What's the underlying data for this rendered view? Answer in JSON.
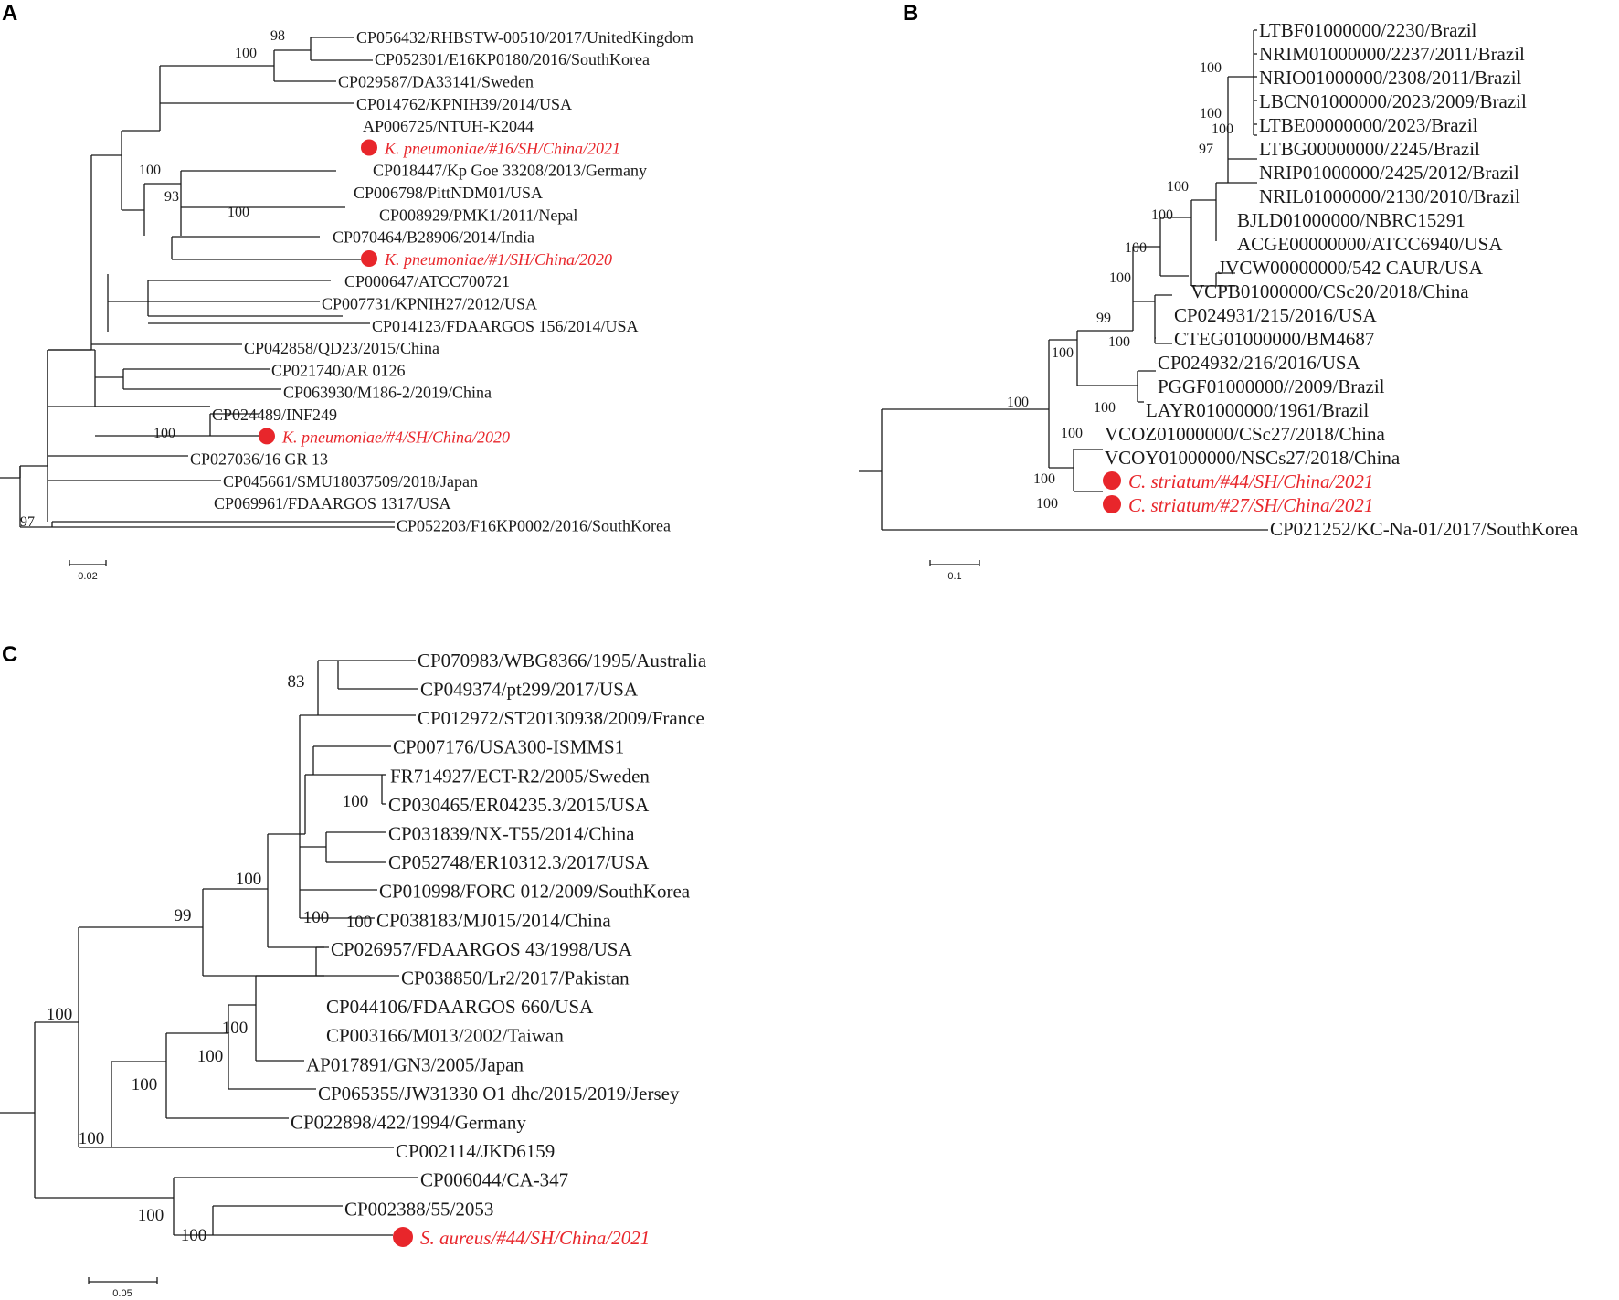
{
  "highlight_color": "#e8262b",
  "panels": [
    {
      "letter": "A",
      "scale_label": "0.02",
      "leaves": [
        {
          "label": "CP056432/RHBSTW-00510/2017/UnitedKingdom"
        },
        {
          "label": "CP052301/E16KP0180/2016/SouthKorea"
        },
        {
          "label": "CP029587/DA33141/Sweden"
        },
        {
          "label": "CP014762/KPNIH39/2014/USA"
        },
        {
          "label": "AP006725/NTUH-K2044"
        },
        {
          "label": "K. pneumoniae/#16/SH/China/2021",
          "highlight": true
        },
        {
          "label": "CP018447/Kp Goe 33208/2013/Germany"
        },
        {
          "label": "CP006798/PittNDM01/USA"
        },
        {
          "label": "CP008929/PMK1/2011/Nepal"
        },
        {
          "label": "CP070464/B28906/2014/India"
        },
        {
          "label": "K. pneumoniae/#1/SH/China/2020",
          "highlight": true
        },
        {
          "label": "CP000647/ATCC700721"
        },
        {
          "label": "CP007731/KPNIH27/2012/USA"
        },
        {
          "label": "CP014123/FDAARGOS 156/2014/USA"
        },
        {
          "label": "CP042858/QD23/2015/China"
        },
        {
          "label": "CP021740/AR 0126"
        },
        {
          "label": "CP063930/M186-2/2019/China"
        },
        {
          "label": "CP024489/INF249"
        },
        {
          "label": "K. pneumoniae/#4/SH/China/2020",
          "highlight": true
        },
        {
          "label": "CP027036/16 GR 13"
        },
        {
          "label": "CP045661/SMU18037509/2018/Japan"
        },
        {
          "label": "CP069961/FDAARGOS 1317/USA"
        },
        {
          "label": "CP052203/F16KP0002/2016/SouthKorea"
        }
      ],
      "bootstraps": [
        "98",
        "100",
        "100",
        "93",
        "100",
        "100",
        "97"
      ]
    },
    {
      "letter": "B",
      "scale_label": "0.1",
      "leaves": [
        {
          "label": "LTBF01000000/2230/Brazil"
        },
        {
          "label": "NRIM01000000/2237/2011/Brazil"
        },
        {
          "label": "NRIO01000000/2308/2011/Brazil"
        },
        {
          "label": "LBCN01000000/2023/2009/Brazil"
        },
        {
          "label": "LTBE00000000/2023/Brazil"
        },
        {
          "label": "LTBG00000000/2245/Brazil"
        },
        {
          "label": "NRIP01000000/2425/2012/Brazil"
        },
        {
          "label": "NRIL01000000/2130/2010/Brazil"
        },
        {
          "label": "BJLD01000000/NBRC15291"
        },
        {
          "label": "ACGE00000000/ATCC6940/USA"
        },
        {
          "label": "JVCW00000000/542 CAUR/USA"
        },
        {
          "label": "VCPB01000000/CSc20/2018/China"
        },
        {
          "label": "CP024931/215/2016/USA"
        },
        {
          "label": "CTEG01000000/BM4687"
        },
        {
          "label": "CP024932/216/2016/USA"
        },
        {
          "label": "PGGF01000000//2009/Brazil"
        },
        {
          "label": "LAYR01000000/1961/Brazil"
        },
        {
          "label": "VCOZ01000000/CSc27/2018/China"
        },
        {
          "label": "VCOY01000000/NSCs27/2018/China"
        },
        {
          "label": "C. striatum/#44/SH/China/2021",
          "highlight": true
        },
        {
          "label": "C. striatum/#27/SH/China/2021",
          "highlight": true
        },
        {
          "label": "CP021252/KC-Na-01/2017/SouthKorea"
        }
      ],
      "bootstraps": [
        "100",
        "100",
        "100",
        "97",
        "100",
        "100",
        "100",
        "100",
        "99",
        "100",
        "100",
        "100",
        "100",
        "100",
        "100",
        "100"
      ]
    },
    {
      "letter": "C",
      "scale_label": "0.05",
      "leaves": [
        {
          "label": "CP070983/WBG8366/1995/Australia"
        },
        {
          "label": "CP049374/pt299/2017/USA"
        },
        {
          "label": "CP012972/ST20130938/2009/France"
        },
        {
          "label": "CP007176/USA300-ISMMS1"
        },
        {
          "label": "FR714927/ECT-R2/2005/Sweden"
        },
        {
          "label": "CP030465/ER04235.3/2015/USA"
        },
        {
          "label": "CP031839/NX-T55/2014/China"
        },
        {
          "label": "CP052748/ER10312.3/2017/USA"
        },
        {
          "label": "CP010998/FORC 012/2009/SouthKorea"
        },
        {
          "label": "CP038183/MJ015/2014/China"
        },
        {
          "label": "CP026957/FDAARGOS 43/1998/USA"
        },
        {
          "label": "CP038850/Lr2/2017/Pakistan"
        },
        {
          "label": "CP044106/FDAARGOS 660/USA"
        },
        {
          "label": "CP003166/M013/2002/Taiwan"
        },
        {
          "label": "AP017891/GN3/2005/Japan"
        },
        {
          "label": "CP065355/JW31330 O1 dhc/2015/2019/Jersey"
        },
        {
          "label": "CP022898/422/1994/Germany"
        },
        {
          "label": "CP002114/JKD6159"
        },
        {
          "label": "CP006044/CA-347"
        },
        {
          "label": "CP002388/55/2053"
        },
        {
          "label": "S. aureus/#44/SH/China/2021",
          "highlight": true
        }
      ],
      "bootstraps": [
        "83",
        "100",
        "99",
        "100",
        "100",
        "100",
        "100",
        "100",
        "100",
        "100",
        "100",
        "100",
        "100"
      ]
    }
  ]
}
